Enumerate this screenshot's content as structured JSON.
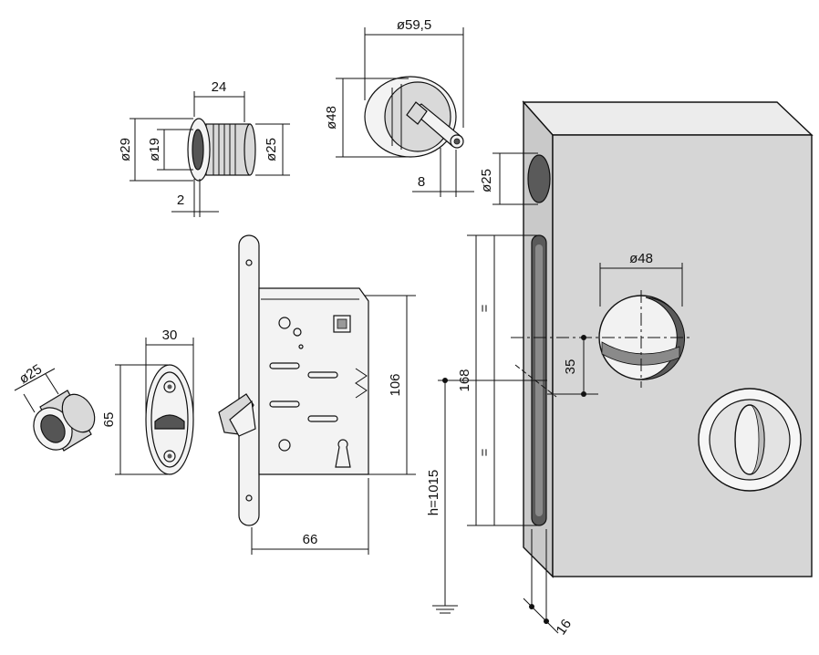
{
  "colors": {
    "line": "#111111",
    "block_front": "#d6d6d6",
    "block_top": "#ececec",
    "block_side": "#c9c9c9",
    "hole": "#5a5a5a",
    "metal": "#d9d9d9"
  },
  "dimensions": {
    "cylinder_length": "24",
    "cylinder_outer": "ø29",
    "cylinder_inner": "ø19",
    "cylinder_body": "ø25",
    "cylinder_rim": "2",
    "rosette_width": "ø59,5",
    "rosette_height": "ø48",
    "spindle": "8",
    "block_hole_top": "ø25",
    "block_hole_mid": "ø48",
    "block_offset": "35",
    "block_slot_height": "168",
    "equal_top": "=",
    "equal_bottom": "=",
    "floor_height": "h=1015",
    "block_depth": "16",
    "lock_height": "106",
    "lock_width": "66",
    "plate_width": "30",
    "plate_height": "65",
    "pull_diameter": "ø25"
  }
}
